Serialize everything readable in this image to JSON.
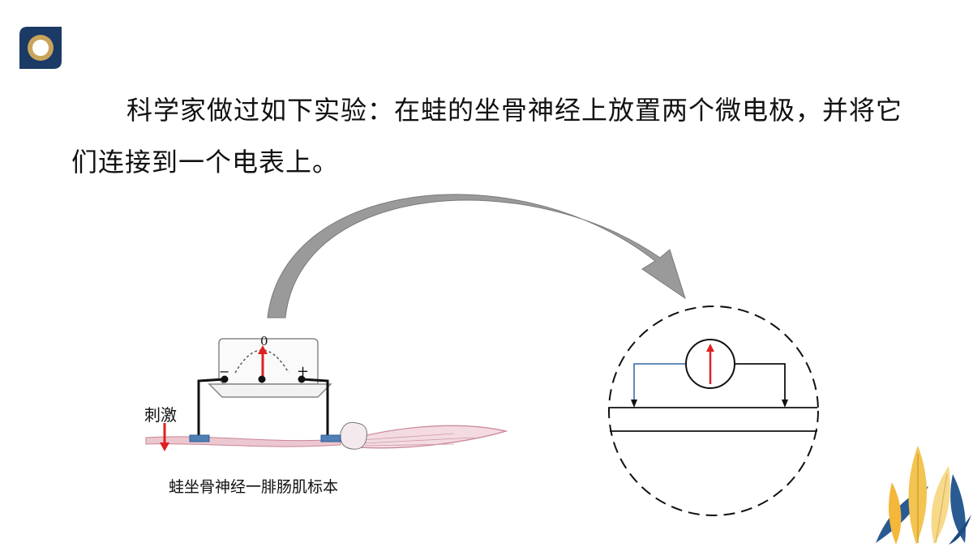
{
  "slide": {
    "paragraph": "科学家做过如下实验：在蛙的坐骨神经上放置两个微电极，并将它们连接到一个电表上。",
    "stimulus_label": "刺激",
    "specimen_label": "蛙坐骨神经一腓肠肌标本",
    "meter": {
      "zero_mark": "0",
      "minus_mark": "−",
      "plus_mark": "+"
    }
  },
  "colors": {
    "logo_navy": "#1c3a66",
    "logo_gold": "#c9a55c",
    "arrow_gray": "#8a8a8a",
    "needle_red": "#e02020",
    "electrode_blue": "#4f7fb5",
    "nerve_pink": "#d9a6b3"
  },
  "icons": {
    "logo": "circle-logo-icon",
    "decoration": "leaves-decoration-icon"
  }
}
